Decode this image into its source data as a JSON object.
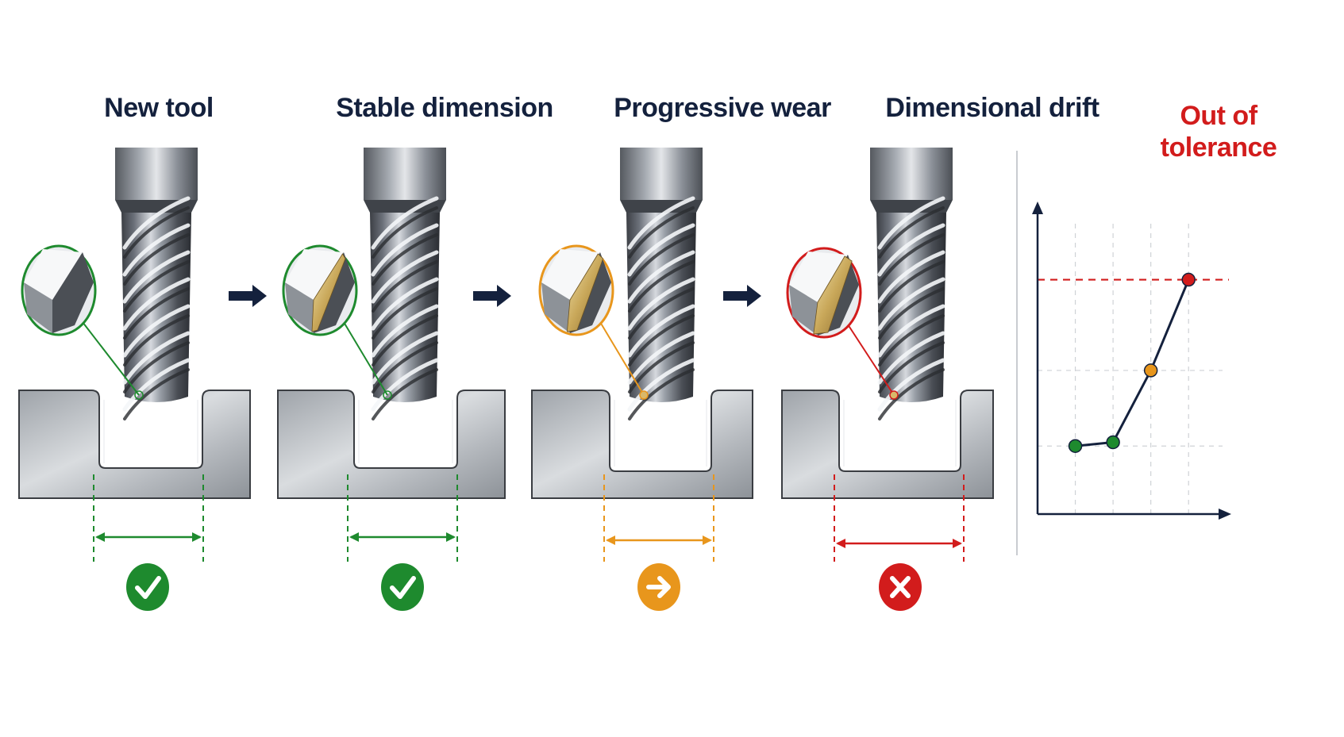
{
  "stages": [
    {
      "title": "New tool",
      "color": "#1e8a2e",
      "status_icon": "check-icon"
    },
    {
      "title": "Stable dimension",
      "color": "#1e8a2e",
      "status_icon": "check-icon"
    },
    {
      "title": "Progressive wear",
      "color": "#e8961c",
      "status_icon": "arrow-right-icon"
    },
    {
      "title": "Dimensional drift",
      "color": "#d21c1c",
      "status_icon": "cross-icon"
    }
  ],
  "final_stage": {
    "title_line1": "Out of",
    "title_line2": "tolerance",
    "color": "#d21c1c"
  },
  "arrow_icon": "right-arrow-icon",
  "chart_data": {
    "type": "line",
    "title": "Out of tolerance",
    "xlabel": "",
    "ylabel": "",
    "x": [
      1,
      2,
      3,
      4
    ],
    "values": [
      1.0,
      1.1,
      3.0,
      5.4
    ],
    "point_colors": [
      "#1e8a2e",
      "#1e8a2e",
      "#e8961c",
      "#d21c1c"
    ],
    "tolerance_limit": 5.4,
    "xlim": [
      0,
      4.9
    ],
    "ylim": [
      -0.8,
      7.3
    ],
    "grid": true,
    "line_color": "#14213d",
    "limit_color": "#d21c1c"
  }
}
